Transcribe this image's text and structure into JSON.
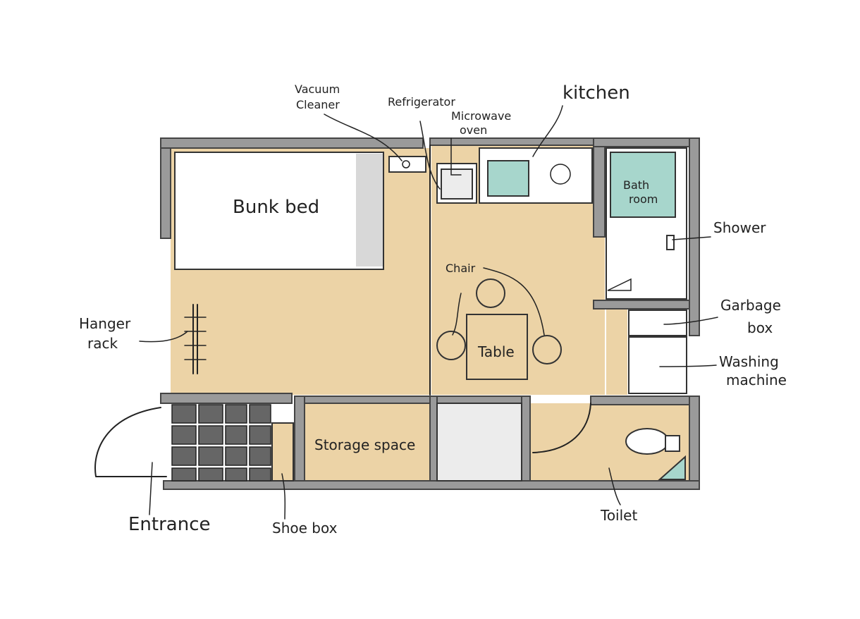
{
  "labels": {
    "vacuum_line1": "Vacuum",
    "vacuum_line2": "Cleaner",
    "refrigerator": "Refrigerator",
    "microwave_line1": "Microwave",
    "microwave_line2": "oven",
    "kitchen": "kitchen",
    "bunk_bed": "Bunk bed",
    "bathroom_line1": "Bath",
    "bathroom_line2": "room",
    "shower": "Shower",
    "chair": "Chair",
    "table": "Table",
    "hanger_line1": "Hanger",
    "hanger_line2": "rack",
    "garbage_line1": "Garbage",
    "garbage_line2": "box",
    "washing_line1": "Washing",
    "washing_line2": "machine",
    "storage": "Storage space",
    "entrance": "Entrance",
    "shoebox": "Shoe box",
    "toilet": "Toilet"
  },
  "colors": {
    "floor": "#ecd3a6",
    "wall": "#9a9a9a",
    "bath_fill": "#a7d6cc",
    "entrance_tile": "#666666"
  }
}
